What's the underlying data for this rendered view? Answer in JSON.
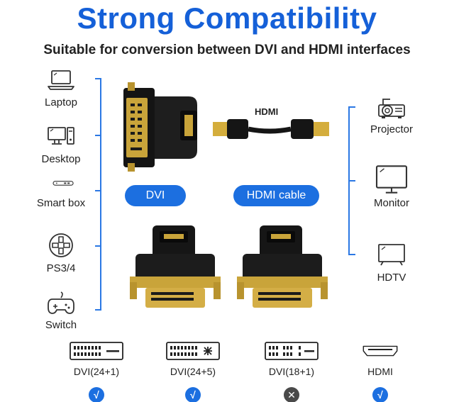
{
  "title": "Strong Compatibility",
  "subtitle": "Suitable for conversion between DVI and HDMI interfaces",
  "colors": {
    "accent": "#1c6fe0",
    "ok": "#1c6fe0",
    "no": "#4a4a4a"
  },
  "left_devices": [
    {
      "label": "Laptop",
      "icon": "laptop-icon"
    },
    {
      "label": "Desktop",
      "icon": "desktop-icon"
    },
    {
      "label": "Smart box",
      "icon": "smart-box-icon"
    },
    {
      "label": "PS3/4",
      "icon": "gamepad-icon"
    },
    {
      "label": "Switch",
      "icon": "switch-controller-icon"
    }
  ],
  "right_devices": [
    {
      "label": "Projector",
      "icon": "projector-icon"
    },
    {
      "label": "Monitor",
      "icon": "monitor-icon"
    },
    {
      "label": "HDTV",
      "icon": "tv-icon"
    }
  ],
  "center": {
    "dvi_label": "DVI",
    "hdmi_cable_label": "HDMI cable",
    "cable_tag": "HDMI"
  },
  "ports": [
    {
      "label": "DVI(24+1)",
      "compatible": true,
      "mark": "√"
    },
    {
      "label": "DVI(24+5)",
      "compatible": true,
      "mark": "√"
    },
    {
      "label": "DVI(18+1)",
      "compatible": false,
      "mark": "✕"
    },
    {
      "label": "HDMI",
      "compatible": true,
      "mark": "√"
    }
  ]
}
